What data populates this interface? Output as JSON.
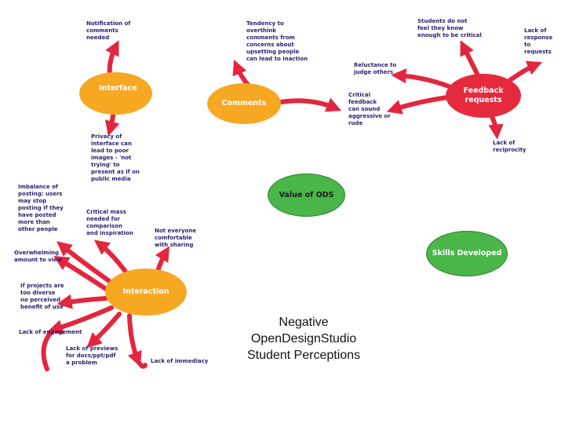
{
  "colors": {
    "arrow": "#e3263f",
    "hub_orange": "#f7a823",
    "hub_red": "#e62a3e",
    "hub_green": "#48b649",
    "label_text": "#2b1d6e"
  },
  "title": "Negative\nOpenDesignStudio\nStudent Perceptions",
  "nodes": {
    "interface": "Interface",
    "comments": "Comments",
    "feedback": "Feedback\nrequests",
    "value": "Value of ODS",
    "skills": "Skills Developed",
    "interaction": "Interaction"
  },
  "labels": {
    "notification": "Notification of\ncomments\nneeded",
    "privacy": "Privacy of\ninterface can\nlead to poor\nimages - 'not\ntrying' to\npresent as if on\npublic media",
    "overthink": "Tendency to\noverthink\ncomments from\nconcerns about\nupsetting people\ncan lead to inaction",
    "reluctance": "Reluctance to\njudge others",
    "critical_feedback": "Critical\nfeedback\ncan sound\naggressive or\nrude",
    "students_know": "Students do not\nfeel they know\nenough to be critical",
    "lack_response": "Lack of\nresponse\nto\nrequests",
    "lack_reciprocity": "Lack of\nreciprocity",
    "imbalance": "Imbalance of\nposting: users\nmay stop\nposting if they\nhave posted\nmore than\nother people",
    "critical_mass": "Critical mass\nneeded for\ncomparison\nand inspiration",
    "not_everyone": "Not everyone\ncomfortable\nwith sharing",
    "overwhelming": "Overwhelming\namount to view",
    "too_diverse": "If projects are\ntoo diverse\nno perceived\nbenefit of use",
    "lack_engagement": "Lack of engagement",
    "lack_previews": "Lack of previews\nfor docs/ppt/pdf\na problem",
    "lack_immediacy": "Lack of immediacy"
  }
}
